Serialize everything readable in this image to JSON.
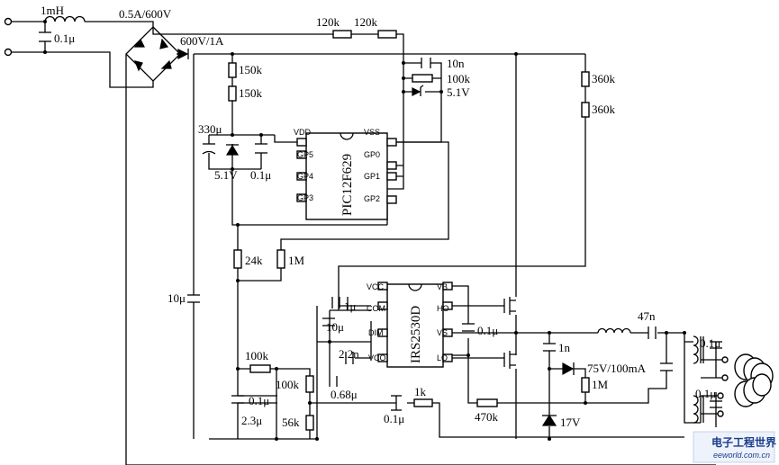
{
  "input": {
    "inductor": "1mH",
    "capacitor": "0.1μ"
  },
  "bridge": {
    "rating": "0.5A/600V",
    "output_diode": "600V/1A"
  },
  "upper": {
    "r1": "120k",
    "r2": "120k",
    "c_10n": "10n",
    "r_100k": "100k",
    "zener_5v1": "5.1V"
  },
  "supply": {
    "r150a": "150k",
    "r150b": "150k",
    "c330": "330μ",
    "zener": "5.1V",
    "c01": "0.1μ"
  },
  "mcu": {
    "name": "PIC12F629",
    "pins_left": [
      "VDD",
      "GP5",
      "GP4",
      "GP3"
    ],
    "pins_right": [
      "VSS",
      "GP0",
      "GP1",
      "GP2"
    ]
  },
  "right_div": {
    "r1": "360k",
    "r2": "360k"
  },
  "mid": {
    "r24k": "24k",
    "r1m": "1M",
    "c_bulk": "10μ"
  },
  "driver": {
    "name": "IRS2530D",
    "pins_left": [
      "VCC",
      "COM",
      "DIM",
      "VCO"
    ],
    "pins_right": [
      "VB",
      "HO",
      "VS",
      "LO"
    ]
  },
  "driver_parts": {
    "c_vcc": "1μ",
    "c_com": "10μ",
    "c_dim": "2.2n",
    "c_vb": "0.1μ"
  },
  "dim_network": {
    "r100k_h": "100k",
    "r100k_v": "100k",
    "c01": "0.1μ",
    "c23": "2.3μ",
    "r56k": "56k",
    "c068": "0.68μ"
  },
  "bottom": {
    "c01": "0.1μ",
    "r1k": "1k",
    "r470k": "470k",
    "zener": "17V"
  },
  "output": {
    "c1n": "1n",
    "c47n": "47n",
    "diode": "75V/100mA",
    "r1m": "1M",
    "c01a": "0.1μ",
    "c01b": "0.1μ"
  },
  "watermark": {
    "cn": "电子工程世界",
    "en": "eeworld.com.cn"
  }
}
